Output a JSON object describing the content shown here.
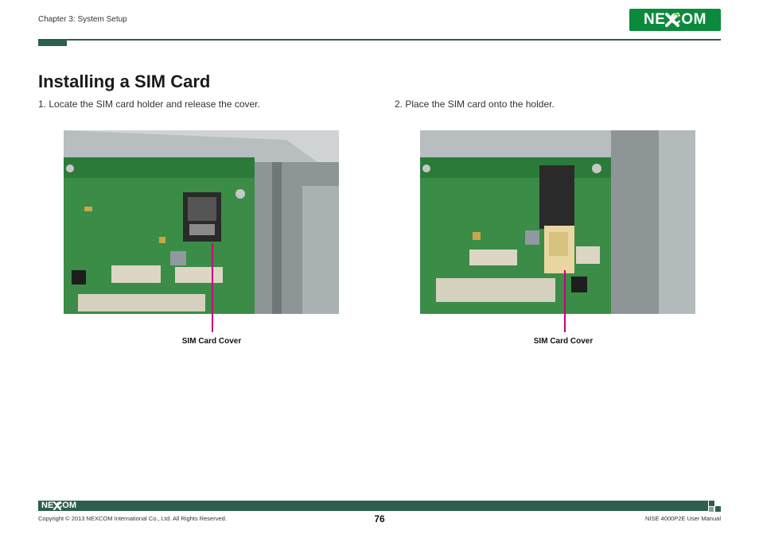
{
  "header": {
    "chapter": "Chapter 3: System Setup",
    "logo_text": "NE COM"
  },
  "page": {
    "title": "Installing a SIM Card"
  },
  "steps": [
    {
      "text": "1. Locate the SIM card holder and release the cover.",
      "caption": "SIM Card Cover"
    },
    {
      "text": "2. Place the SIM card onto the holder.",
      "caption": "SIM Card Cover"
    }
  ],
  "footer": {
    "logo_text": "NE COM",
    "copyright": "Copyright © 2013 NEXCOM International Co., Ltd. All Rights Reserved.",
    "page_number": "76",
    "manual": "NISE 4000P2E User Manual"
  },
  "colors": {
    "brand_green": "#0a8a3c",
    "rule_green": "#2e5f4e",
    "pointer_magenta": "#c8007a"
  }
}
